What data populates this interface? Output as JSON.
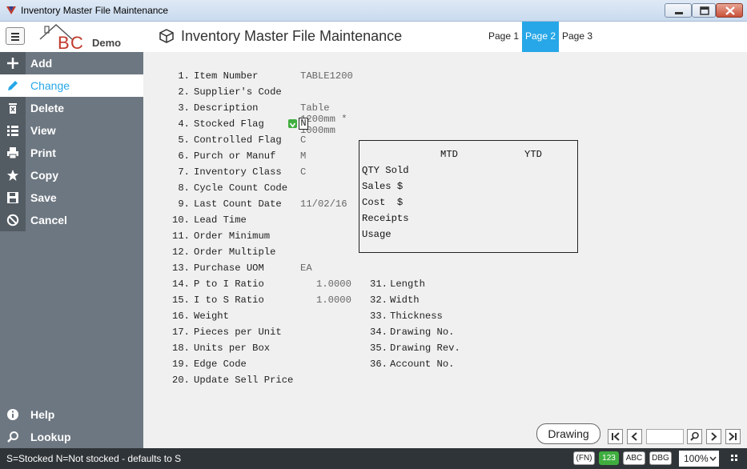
{
  "window": {
    "title": "Inventory Master File Maintenance"
  },
  "header": {
    "logo_text": "BC",
    "logo_sub": "Demo",
    "title": "Inventory Master File Maintenance",
    "tabs": [
      {
        "label": "Page 1",
        "active": false
      },
      {
        "label": "Page 2",
        "active": true
      },
      {
        "label": "Page 3",
        "active": false
      }
    ]
  },
  "sidebar": {
    "items": [
      {
        "label": "Add",
        "icon": "plus-icon"
      },
      {
        "label": "Change",
        "icon": "pencil-icon",
        "active": true
      },
      {
        "label": "Delete",
        "icon": "trash-icon"
      },
      {
        "label": "View",
        "icon": "list-icon"
      },
      {
        "label": "Print",
        "icon": "printer-icon"
      },
      {
        "label": "Copy",
        "icon": "star-icon"
      },
      {
        "label": "Save",
        "icon": "floppy-icon"
      },
      {
        "label": "Cancel",
        "icon": "cancel-icon"
      }
    ],
    "bottom_items": [
      {
        "label": "Help",
        "icon": "info-icon"
      },
      {
        "label": "Lookup",
        "icon": "search-icon"
      }
    ]
  },
  "form": {
    "fields_left": [
      {
        "num": "1.",
        "label": "Item Number",
        "value": "TABLE1200"
      },
      {
        "num": "2.",
        "label": "Supplier's Code",
        "value": ""
      },
      {
        "num": "3.",
        "label": "Description",
        "value": "Table 1200mm * 1000mm"
      },
      {
        "num": "4.",
        "label": "Stocked Flag",
        "value": "N"
      },
      {
        "num": "5.",
        "label": "Controlled Flag",
        "value": "C"
      },
      {
        "num": "6.",
        "label": "Purch or Manuf",
        "value": "M"
      },
      {
        "num": "7.",
        "label": "Inventory Class",
        "value": "C"
      },
      {
        "num": "8.",
        "label": "Cycle Count Code",
        "value": ""
      },
      {
        "num": "9.",
        "label": "Last Count Date",
        "value": "11/02/16"
      },
      {
        "num": "10.",
        "label": "Lead Time",
        "value": ""
      },
      {
        "num": "11.",
        "label": "Order Minimum",
        "value": ""
      },
      {
        "num": "12.",
        "label": "Order Multiple",
        "value": ""
      },
      {
        "num": "13.",
        "label": "Purchase UOM",
        "value": "EA"
      },
      {
        "num": "14.",
        "label": "P to I Ratio",
        "value": "1.0000"
      },
      {
        "num": "15.",
        "label": "I to S Ratio",
        "value": "1.0000"
      },
      {
        "num": "16.",
        "label": "Weight",
        "value": ""
      },
      {
        "num": "17.",
        "label": "Pieces per Unit",
        "value": ""
      },
      {
        "num": "18.",
        "label": "Units per Box",
        "value": ""
      },
      {
        "num": "19.",
        "label": "Edge Code",
        "value": ""
      },
      {
        "num": "20.",
        "label": "Update Sell Price",
        "value": ""
      }
    ],
    "fields_right": [
      {
        "num": "31.",
        "label": "Length"
      },
      {
        "num": "32.",
        "label": "Width"
      },
      {
        "num": "33.",
        "label": "Thickness"
      },
      {
        "num": "34.",
        "label": "Drawing No."
      },
      {
        "num": "35.",
        "label": "Drawing Rev."
      },
      {
        "num": "36.",
        "label": "Account No."
      }
    ],
    "stats": {
      "col_mtd": "MTD",
      "col_ytd": "YTD",
      "rows": [
        "QTY Sold",
        "Sales $",
        "Cost  $",
        "Receipts",
        "Usage"
      ]
    },
    "drawing_button": "Drawing"
  },
  "statusbar": {
    "message": "S=Stocked N=Not stocked - defaults to S",
    "fn": "(FN)",
    "num": "123",
    "abc": "ABC",
    "dbg": "DBG",
    "zoom": "100%"
  },
  "colors": {
    "accent": "#27a7e7",
    "sidebar": "#6d7781",
    "statusbar": "#2f3438",
    "num_badge": "#3fae3f"
  }
}
